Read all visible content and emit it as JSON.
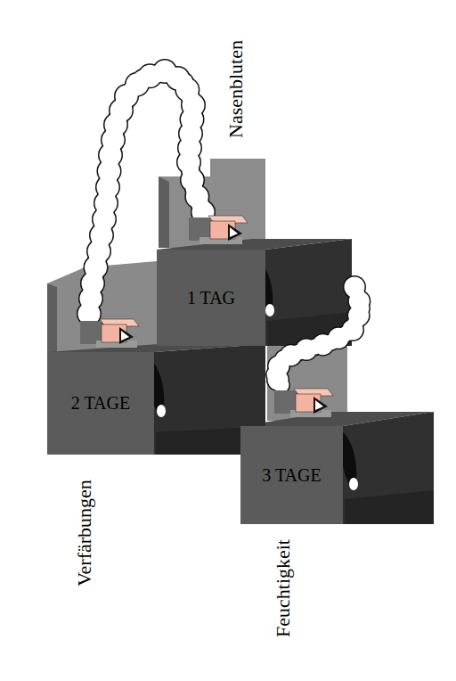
{
  "diagram": {
    "nodes": [
      {
        "text": [
          "1 TAG"
        ]
      },
      {
        "text": [
          "2 TAGE"
        ]
      },
      {
        "text": [
          "3 TAGE"
        ]
      }
    ],
    "labels": [
      "Nasenbluten",
      "Verfärbungen",
      "Feuchtigkeit"
    ]
  }
}
